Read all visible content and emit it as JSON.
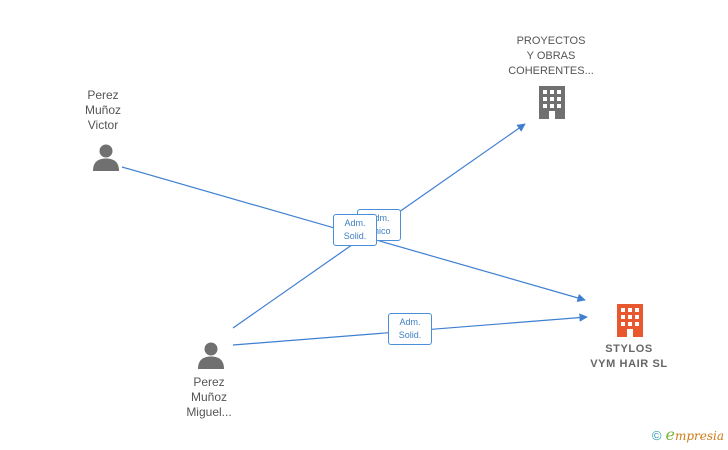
{
  "nodes": {
    "victor": {
      "label": "Perez\nMuñoz\nVictor",
      "icon": "person-icon"
    },
    "miguel": {
      "label": "Perez\nMuñoz\nMiguel...",
      "icon": "person-icon"
    },
    "proyectos": {
      "label": "PROYECTOS\nY OBRAS\nCOHERENTES...",
      "icon": "building-icon"
    },
    "stylos": {
      "label": "STYLOS\nVYM HAIR  SL",
      "icon": "building-icon"
    }
  },
  "edges": [
    {
      "from": "victor",
      "to": "stylos",
      "label": "Adm.\nSolid."
    },
    {
      "from": "miguel",
      "to": "proyectos",
      "label": "Adm.\nUnico"
    },
    {
      "from": "miguel",
      "to": "stylos",
      "label": "Adm.\nSolid."
    }
  ],
  "colors": {
    "edge": "#3f7fd1",
    "person": "#707070",
    "company_gray": "#707070",
    "company_target": "#e8572e"
  },
  "brand": {
    "copyright": "©",
    "name_initial": "e",
    "name_rest": "mpresia"
  }
}
